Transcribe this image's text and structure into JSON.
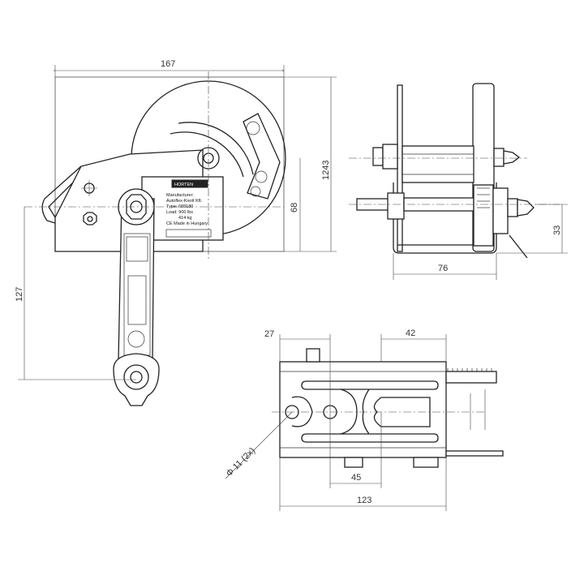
{
  "dimensions": {
    "top_width": "167",
    "total_height": "1243",
    "drum_center_height": "68",
    "handle_length": "127",
    "side_width": "76",
    "side_height": "33",
    "plate_offset": "27",
    "slot_offset": "42",
    "hole_spacing": "45",
    "plate_width": "123",
    "hole_diameter": "Φ 11 (2x)"
  },
  "nameplate": {
    "brand": "HORTEN",
    "line1": "Manufacturer:",
    "line2": "Autoflex-Knott Kft.",
    "line3": "Type: 688180",
    "line4": "Load: 900 lbs",
    "line5": "414 kg",
    "line6": "CE Made in Hungary"
  }
}
